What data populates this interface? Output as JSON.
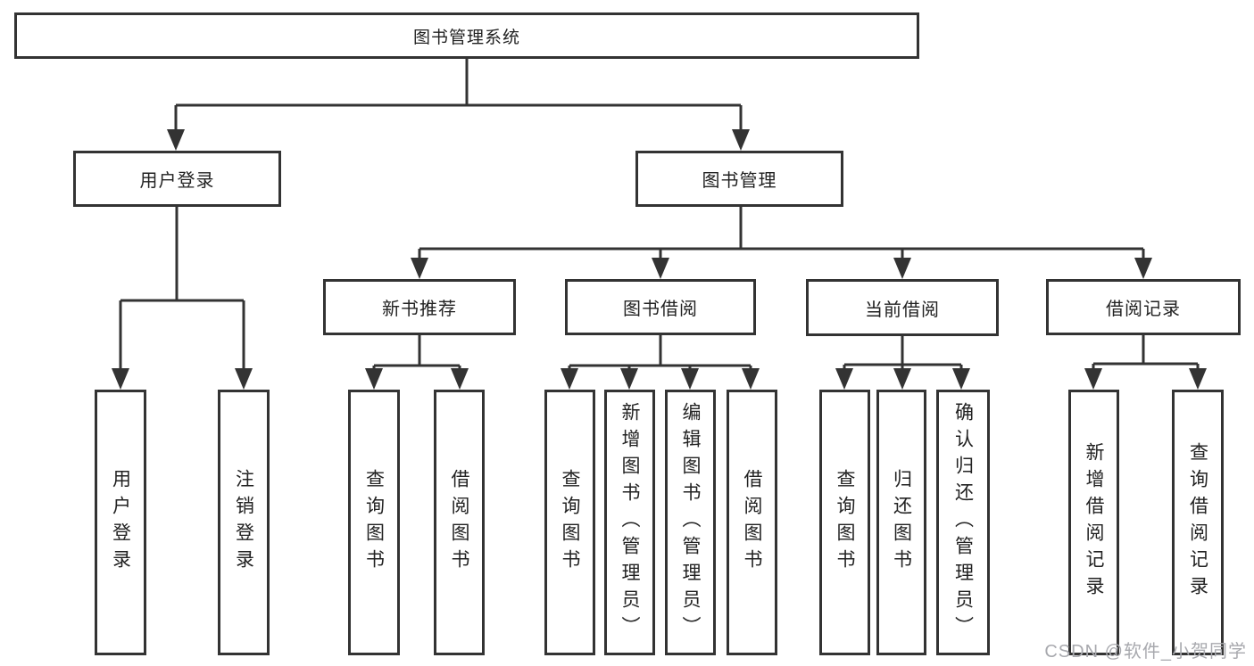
{
  "tree": {
    "root": {
      "label": "图书管理系统",
      "children": [
        {
          "label": "用户登录",
          "children": [
            {
              "label": "用户登录"
            },
            {
              "label": "注销登录"
            }
          ]
        },
        {
          "label": "图书管理",
          "children": [
            {
              "label": "新书推荐",
              "children": [
                {
                  "label": "查询图书"
                },
                {
                  "label": "借阅图书"
                }
              ]
            },
            {
              "label": "图书借阅",
              "children": [
                {
                  "label": "查询图书"
                },
                {
                  "label": "新增图书（管理员）"
                },
                {
                  "label": "编辑图书（管理员）"
                },
                {
                  "label": "借阅图书"
                }
              ]
            },
            {
              "label": "当前借阅",
              "children": [
                {
                  "label": "查询图书"
                },
                {
                  "label": "归还图书"
                },
                {
                  "label": "确认归还（管理员）"
                }
              ]
            },
            {
              "label": "借阅记录",
              "children": [
                {
                  "label": "新增借阅记录"
                },
                {
                  "label": "查询借阅记录"
                }
              ]
            }
          ]
        }
      ]
    }
  },
  "watermark": "CSDN @软件_小贺同学",
  "colors": {
    "line": "#333333",
    "text": "#222222",
    "background": "#ffffff",
    "watermark": "#a8a9ae"
  }
}
